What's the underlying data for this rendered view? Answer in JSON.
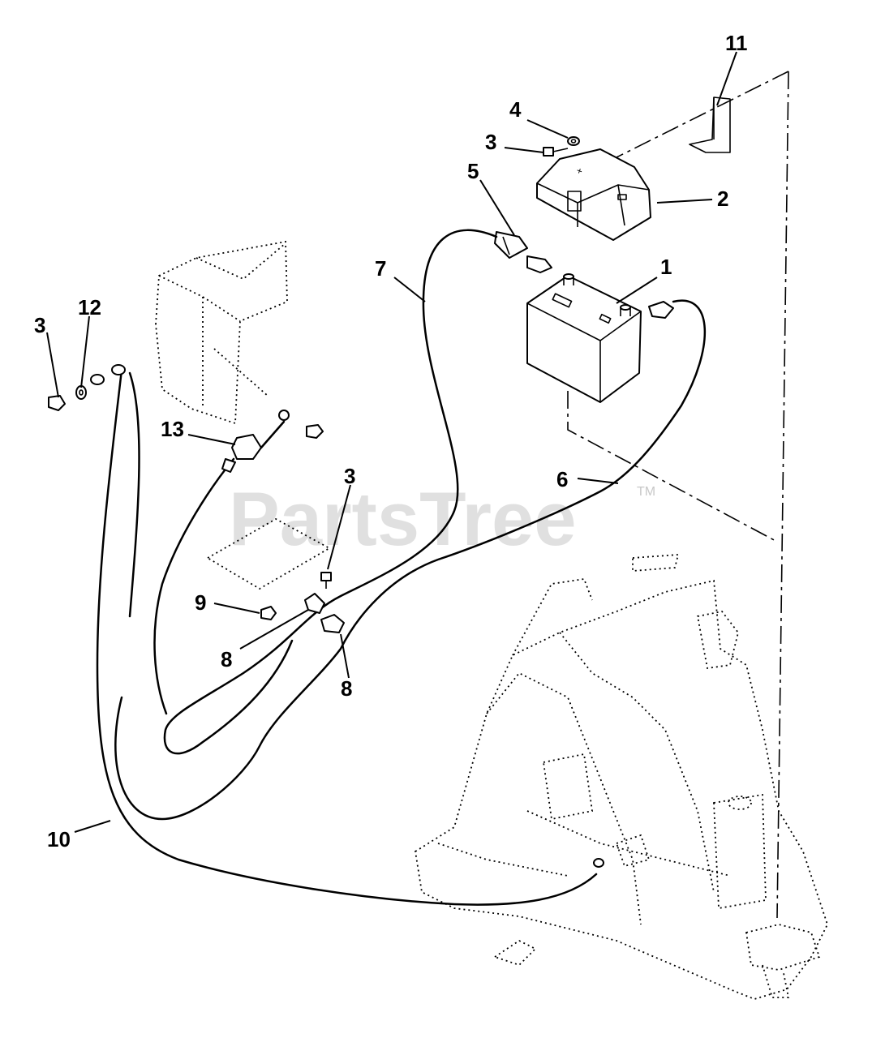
{
  "watermark": {
    "text": "PartsTree",
    "trademark": "TM"
  },
  "callouts": {
    "c1": "1",
    "c2": "2",
    "c3a": "3",
    "c3b": "3",
    "c3c": "3",
    "c4": "4",
    "c5": "5",
    "c6": "6",
    "c7": "7",
    "c8a": "8",
    "c8b": "8",
    "c9": "9",
    "c10": "10",
    "c11": "11",
    "c12": "12",
    "c13": "13"
  },
  "colors": {
    "line": "#000000",
    "background": "#ffffff",
    "watermark": "#c8c8c8"
  }
}
